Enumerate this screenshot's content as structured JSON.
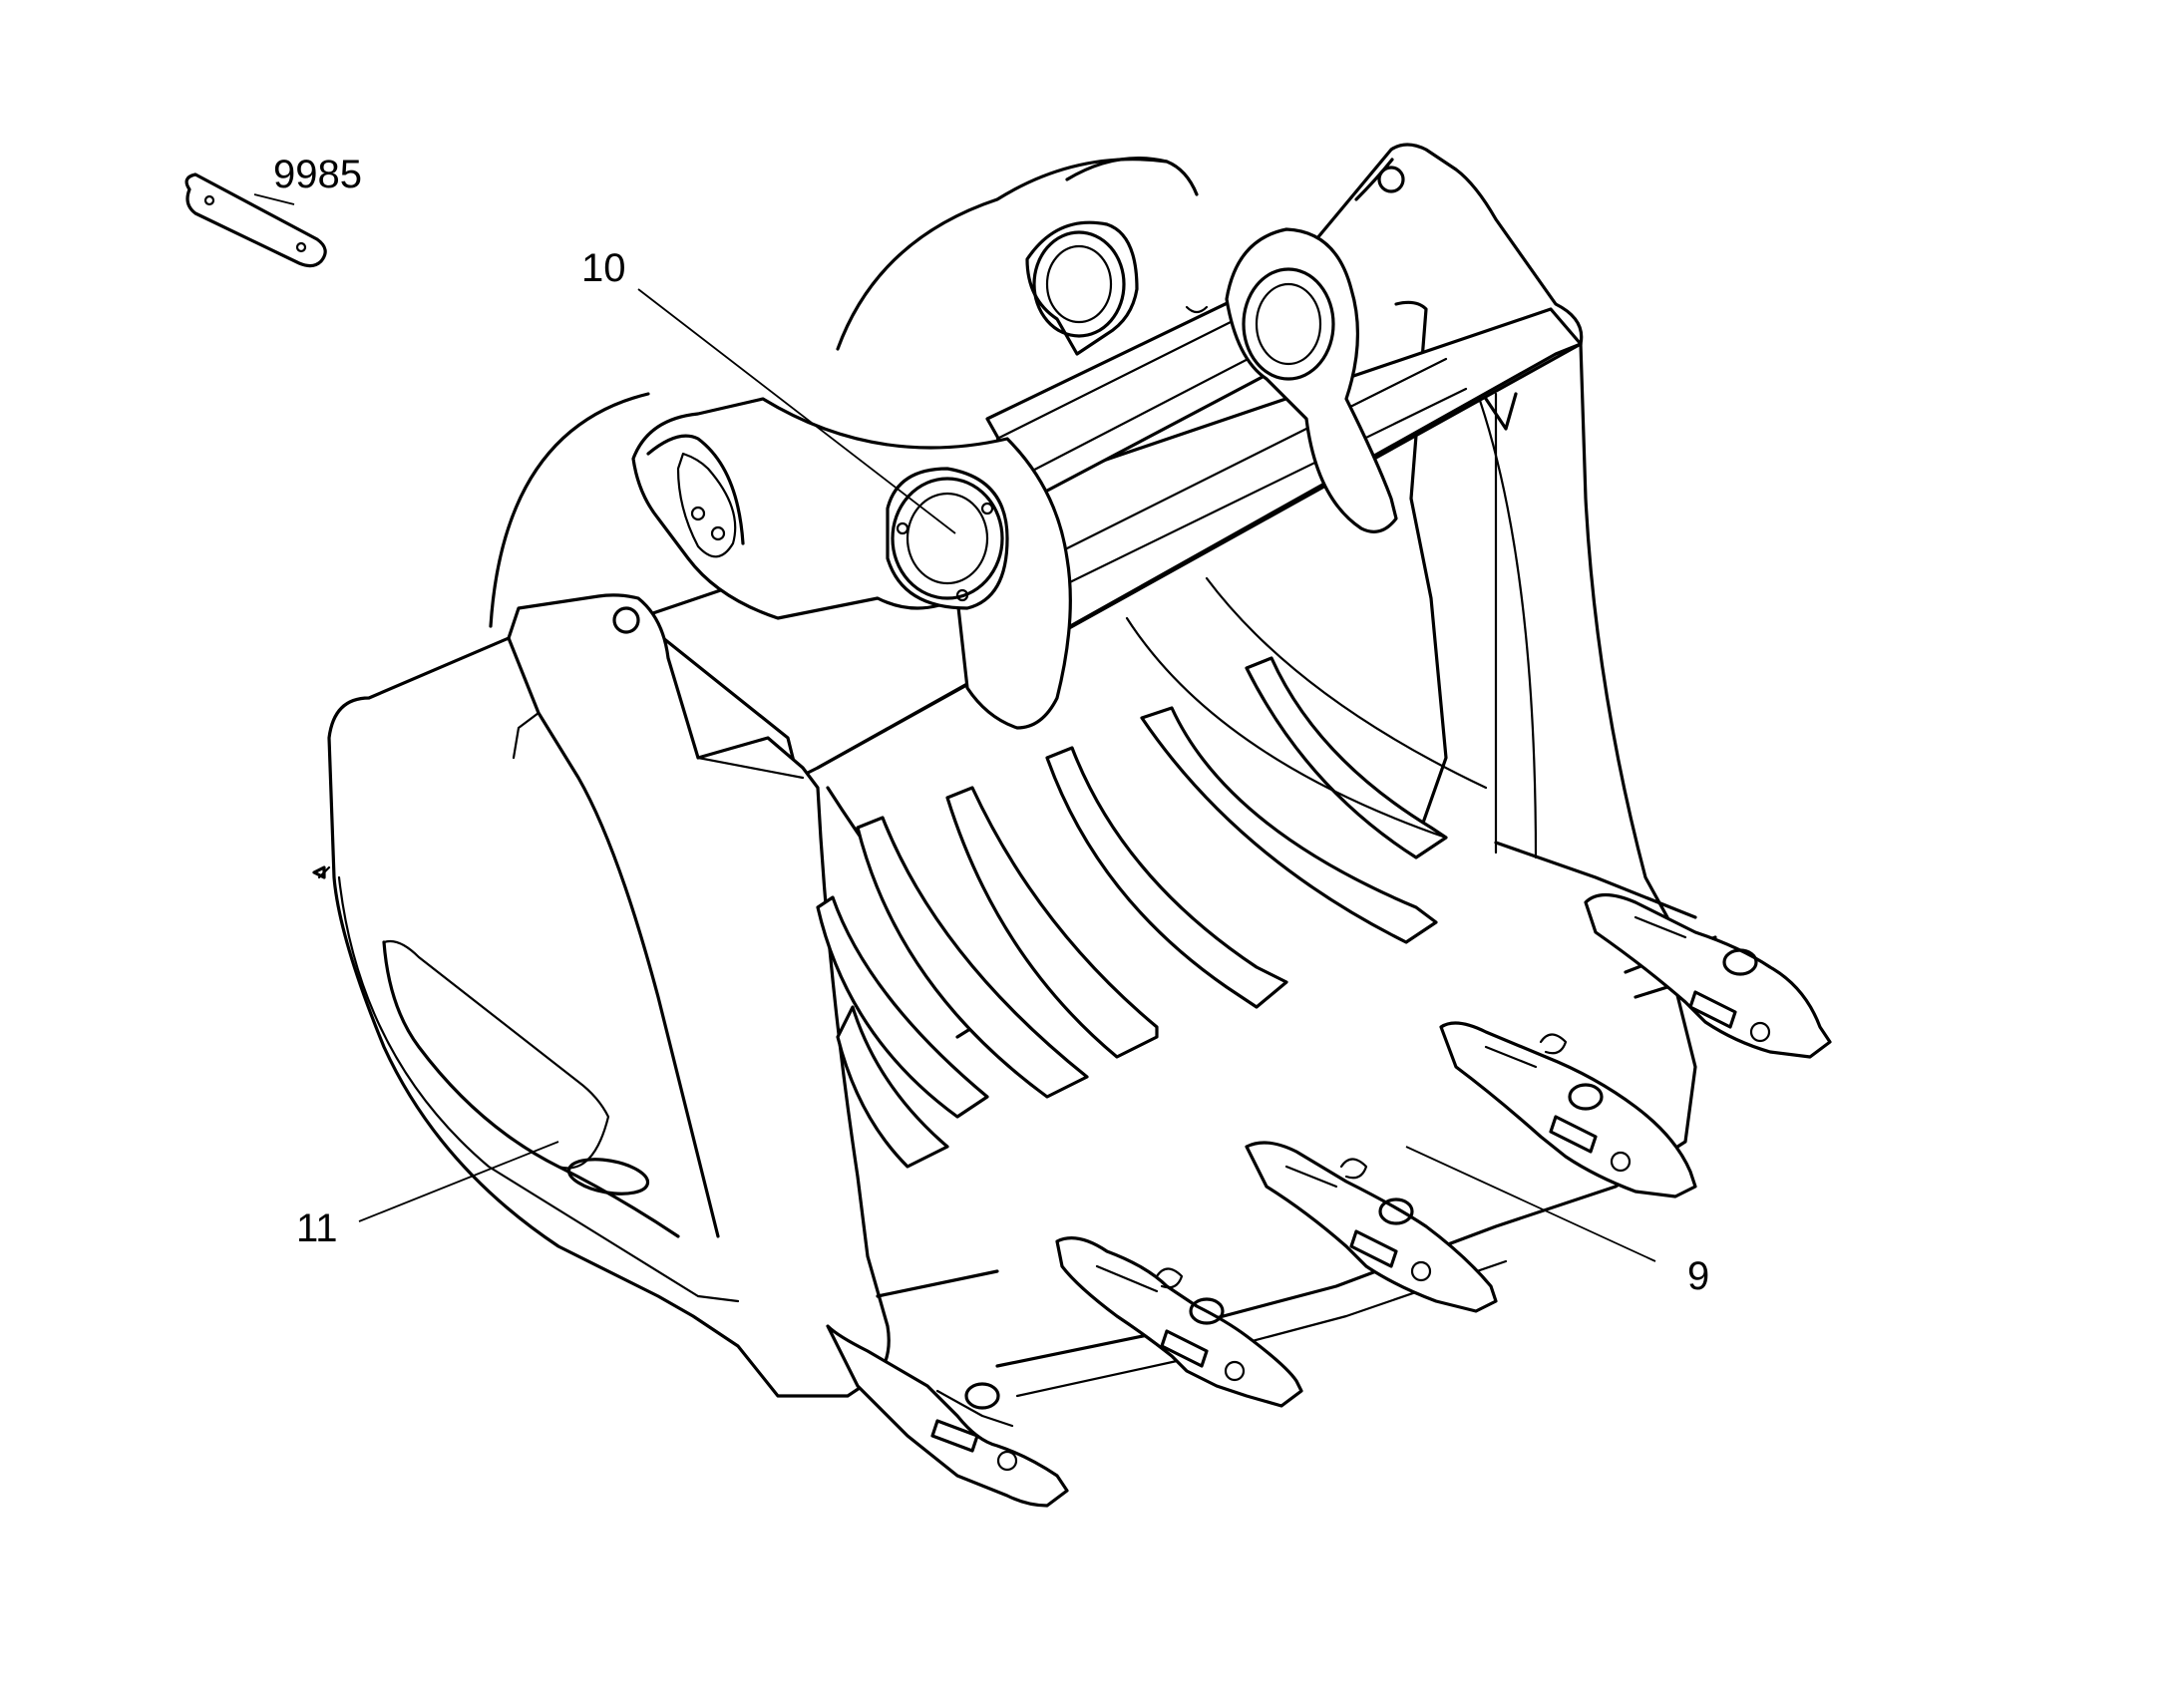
{
  "diagram": {
    "callouts": {
      "plate": "9985",
      "pin": "10",
      "side_plate": "11",
      "teeth": "9"
    },
    "colors": {
      "line": "#000000",
      "background": "#ffffff"
    }
  }
}
